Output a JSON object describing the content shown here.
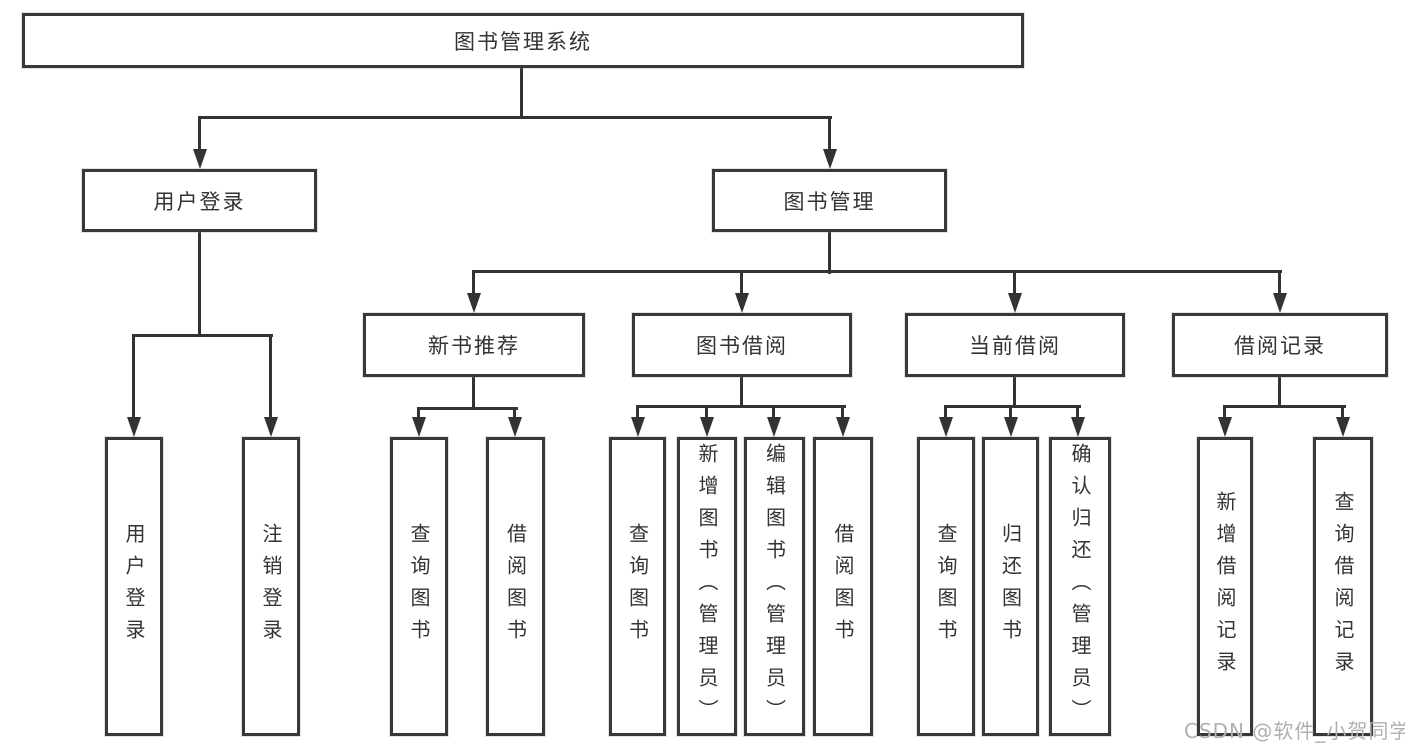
{
  "tree": {
    "label": "图书管理系统",
    "children": [
      {
        "label": "用户登录",
        "children": [
          {
            "label": "用户登录"
          },
          {
            "label": "注销登录"
          }
        ]
      },
      {
        "label": "图书管理",
        "children": [
          {
            "label": "新书推荐",
            "children": [
              {
                "label": "查询图书"
              },
              {
                "label": "借阅图书"
              }
            ]
          },
          {
            "label": "图书借阅",
            "children": [
              {
                "label": "查询图书"
              },
              {
                "label": "新增图书（管理员）"
              },
              {
                "label": "编辑图书（管理员）"
              },
              {
                "label": "借阅图书"
              }
            ]
          },
          {
            "label": "当前借阅",
            "children": [
              {
                "label": "查询图书"
              },
              {
                "label": "归还图书"
              },
              {
                "label": "确认归还（管理员）"
              }
            ]
          },
          {
            "label": "借阅记录",
            "children": [
              {
                "label": "新增借阅记录"
              },
              {
                "label": "查询借阅记录"
              }
            ]
          }
        ]
      }
    ]
  },
  "watermark": {
    "text": "CSDN @软件_小贺同学"
  },
  "colors": {
    "background": "#ffffff",
    "line": "#333333",
    "text": "#333333",
    "watermark": "#b0b0b0"
  }
}
